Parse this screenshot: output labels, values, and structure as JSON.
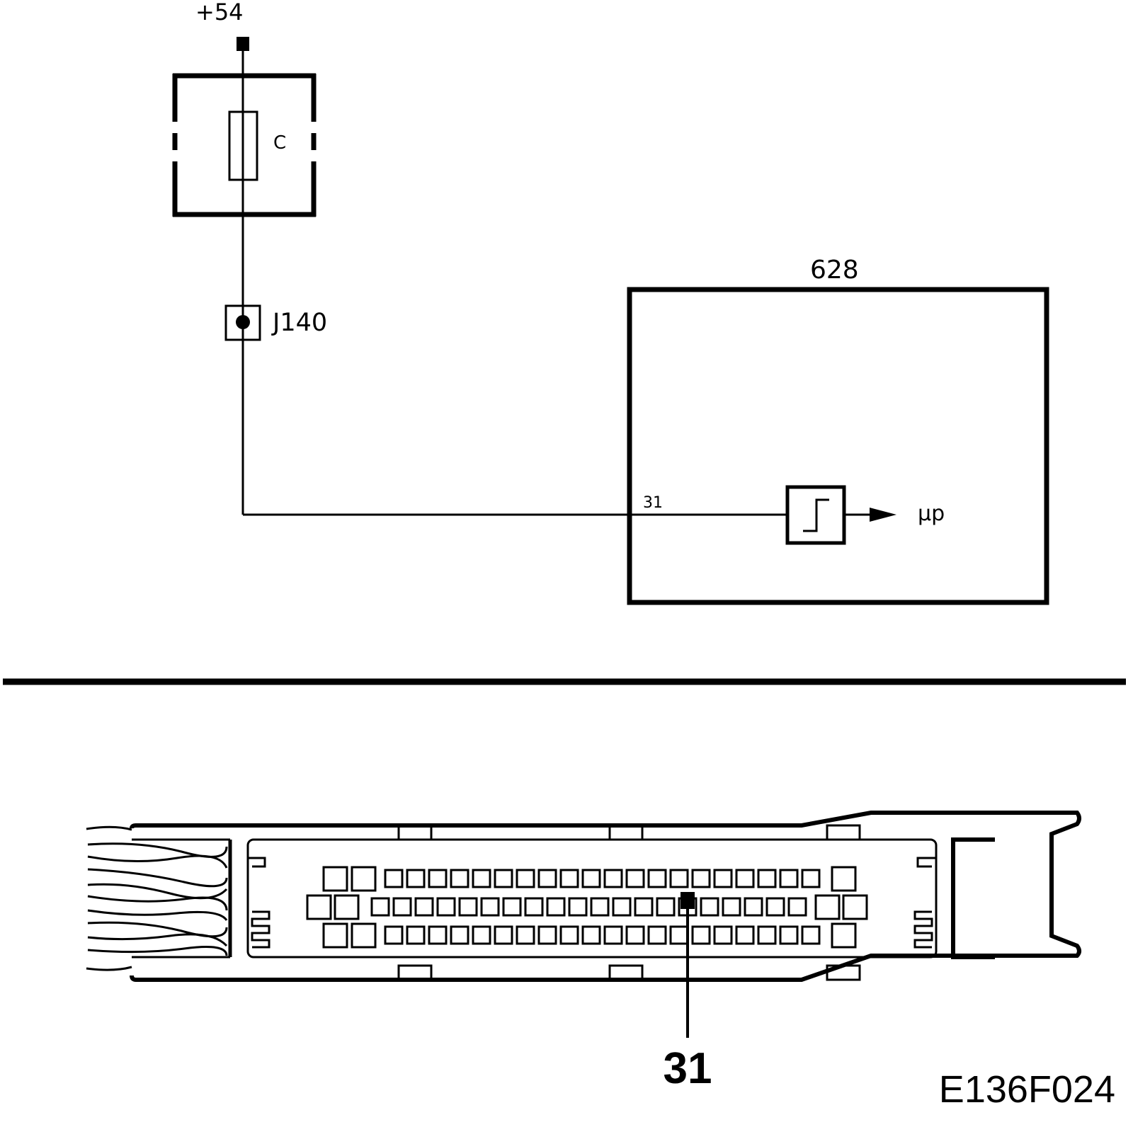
{
  "schematic": {
    "supply_label": "+54",
    "fuse_label": "C",
    "junction_label": "J140",
    "module_label": "628",
    "pin_label": "31",
    "output_label": "µp"
  },
  "connector_view": {
    "pin_callout": "31"
  },
  "figure_id": "E136F024",
  "colors": {
    "line": "#000000",
    "background": "#ffffff"
  }
}
